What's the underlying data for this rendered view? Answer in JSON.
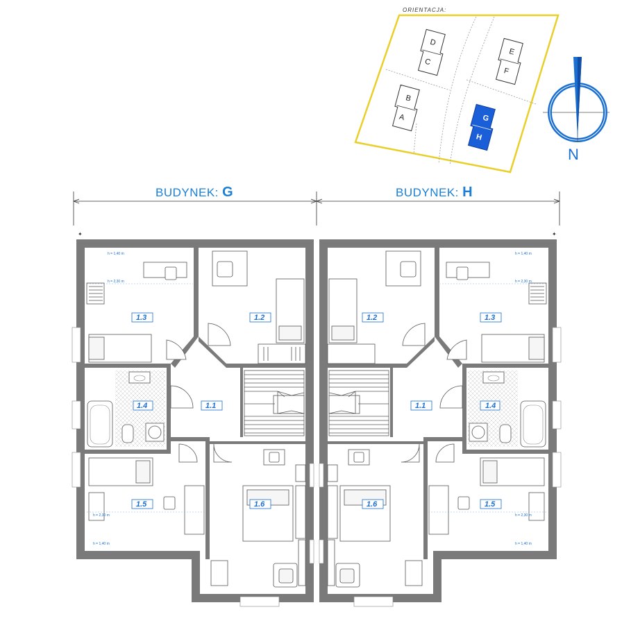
{
  "orientation": {
    "title": "ORIENTACJA:",
    "lots": [
      {
        "top": "D",
        "bottom": "C",
        "highlight": false
      },
      {
        "top": "E",
        "bottom": "F",
        "highlight": false
      },
      {
        "top": "B",
        "bottom": "A",
        "highlight": false
      },
      {
        "top": "G",
        "bottom": "H",
        "highlight": true
      }
    ],
    "north_label": "N"
  },
  "buildings": [
    {
      "prefix": "BUDYNEK: ",
      "letter": "G"
    },
    {
      "prefix": "BUDYNEK: ",
      "letter": "H"
    }
  ],
  "rooms_g": {
    "r13": "1.3",
    "r12": "1.2",
    "r14": "1.4",
    "r11": "1.1",
    "r15": "1.5",
    "r16": "1.6",
    "h13a": "h = 1,40 m",
    "h13b": "h = 2,30 m",
    "h15a": "h = 2,30 m",
    "h15b": "h = 1,40 m"
  },
  "rooms_h": {
    "r13": "1.3",
    "r12": "1.2",
    "r14": "1.4",
    "r11": "1.1",
    "r15": "1.5",
    "r16": "1.6",
    "h13a": "h = 1,40 m",
    "h13b": "h = 2,30 m",
    "h15a": "h = 2,30 m",
    "h15b": "h = 1,40 m"
  },
  "colors": {
    "accent": "#1a6fd0",
    "wall": "#6b6b6b",
    "lot_border": "#e8cf2a",
    "highlight": "#1a5fd8"
  }
}
